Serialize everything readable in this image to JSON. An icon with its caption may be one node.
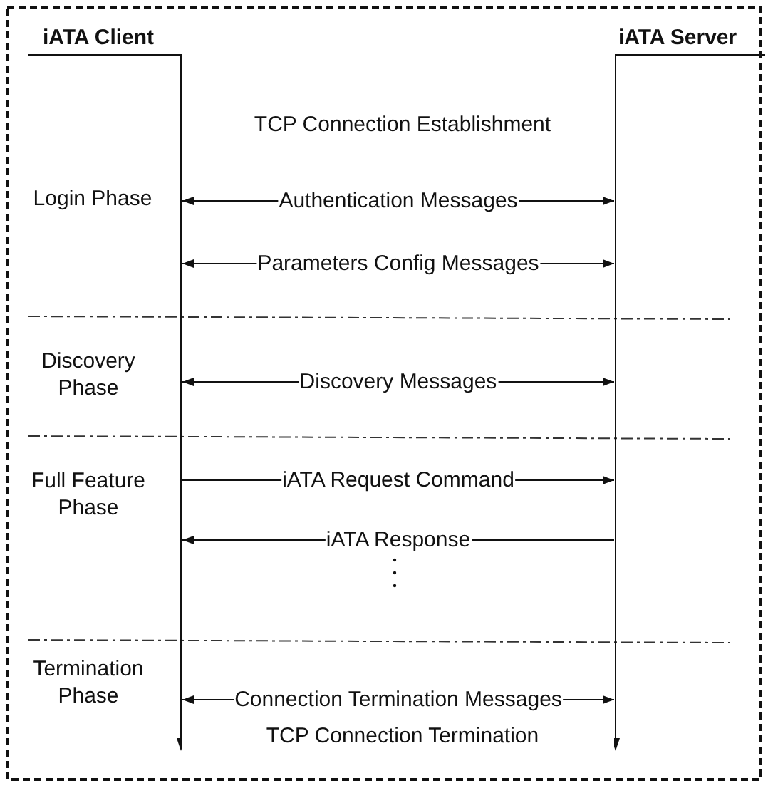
{
  "diagram": {
    "nodes": [
      {
        "text": [
          "iATA Client"
        ]
      },
      {
        "text": [
          "iATA Server"
        ]
      }
    ],
    "edges": [
      {
        "from": 0,
        "to": 1,
        "arrow": "both",
        "label": "Authentication Messages"
      },
      {
        "from": 0,
        "to": 1,
        "arrow": "both",
        "label": "Parameters Config Messages"
      },
      {
        "from": 0,
        "to": 1,
        "arrow": "both",
        "label": "Discovery Messages"
      },
      {
        "from": 0,
        "to": 1,
        "arrow": "to",
        "label": "iATA Request Command"
      },
      {
        "from": 1,
        "to": 0,
        "arrow": "to",
        "label": "iATA Response"
      },
      {
        "from": 0,
        "to": 1,
        "arrow": "both",
        "label": "Connection Termination Messages"
      }
    ],
    "labels": [
      "TCP Connection Establishment",
      "Login Phase",
      "Discovery Phase",
      "Full Feature Phase",
      "Termination Phase",
      "TCP Connection Termination"
    ]
  }
}
